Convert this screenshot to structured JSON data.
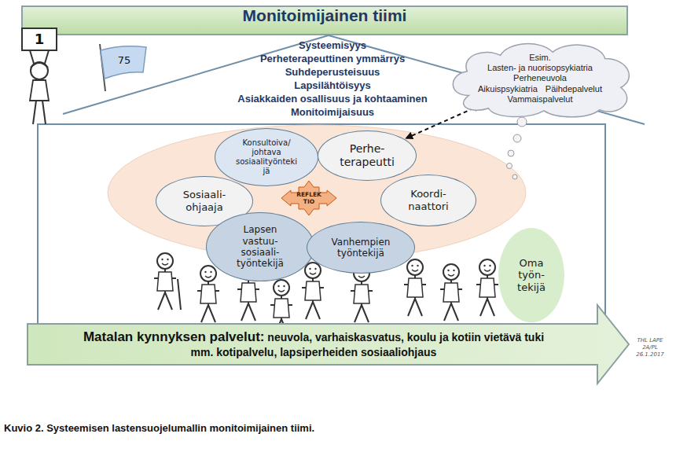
{
  "diagram": {
    "title": "Monitoimijainen tiimi",
    "caption": "Kuvio 2. Systeemisen lastensuojelumallin monitoimijainen tiimi.",
    "nodes": [
      {
        "text": [
          "Esim.",
          "Lasten- ja nuorisopsykiatria",
          "Perheneuvola",
          "Aikuispsykiatria",
          "Päihdepalvelut",
          "Vammaispalvelut"
        ]
      },
      {
        "text": [
          "Konsultoiva/ johtava sosiaalityönteki jä"
        ]
      },
      {
        "text": [
          "Perhe- terapeutti"
        ]
      },
      {
        "text": [
          "Sosiaali- ohjaaja"
        ]
      },
      {
        "text": [
          "REFLEK TIO"
        ]
      },
      {
        "text": [
          "Koordi- naattori"
        ]
      },
      {
        "text": [
          "Lapsen vastuu- sosiaali- työntekijä"
        ]
      },
      {
        "text": [
          "Vanhempien työntekijä"
        ]
      },
      {
        "text": [
          "Oma työn- tekijä"
        ]
      },
      {
        "text": [
          "Matalan kynnyksen palvelut:",
          "neuvola, varhaiskasvatus, koulu ja kotiin vietävä tuki mm. kotipalvelu, lapsiperheiden sosiaaliohjaus"
        ]
      }
    ],
    "edges": [
      {
        "from": 0,
        "to": 2,
        "arrow": "both"
      }
    ],
    "labels": [
      "1",
      "75",
      "Systeemisyys",
      "Perheterapeuttinen ymmärrys",
      "Suhdeperusteisuus",
      "Lapsilähtöisyys",
      "Asiakkaiden osallisuus ja kohtaaminen",
      "Monitoimijaisuus",
      "THL LAPE 2A/PL 26.1.2017"
    ]
  }
}
